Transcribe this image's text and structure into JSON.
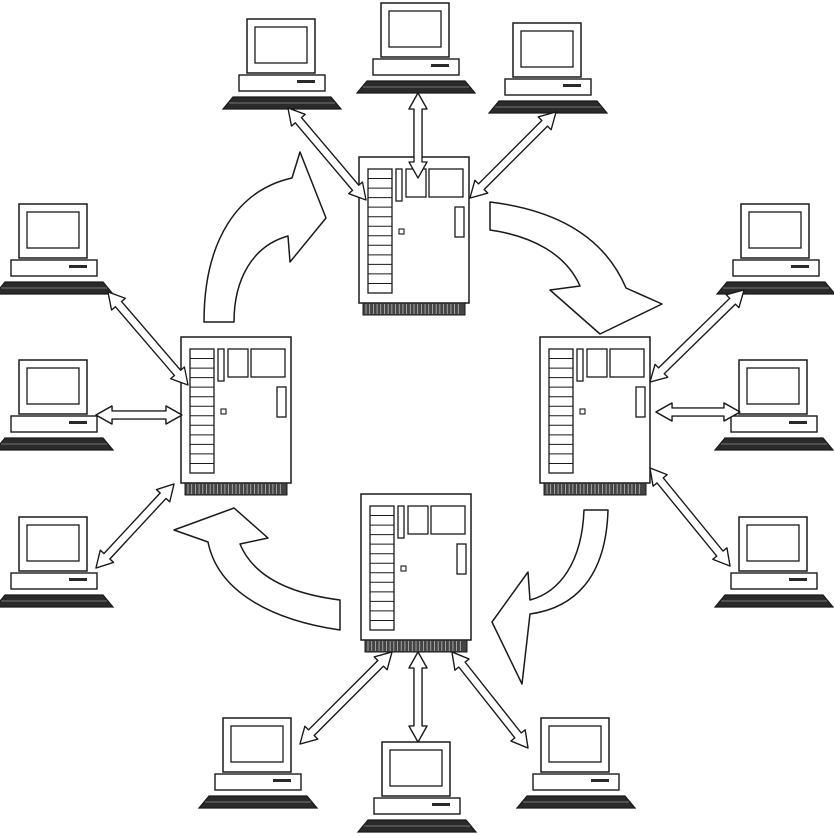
{
  "diagram": {
    "type": "network-topology",
    "colors": {
      "background": "#ffffff",
      "stroke": "#1a1a1a",
      "fill": "#ffffff",
      "dark": "#2a2a2a",
      "base": "#444444"
    },
    "servers": [
      {
        "id": "server-top"
      },
      {
        "id": "server-left"
      },
      {
        "id": "server-right"
      },
      {
        "id": "server-bottom"
      }
    ],
    "workstations": [
      {
        "id": "ws-top-1",
        "server": "server-top"
      },
      {
        "id": "ws-top-2",
        "server": "server-top"
      },
      {
        "id": "ws-top-3",
        "server": "server-top"
      },
      {
        "id": "ws-left-1",
        "server": "server-left"
      },
      {
        "id": "ws-left-2",
        "server": "server-left"
      },
      {
        "id": "ws-left-3",
        "server": "server-left"
      },
      {
        "id": "ws-right-1",
        "server": "server-right"
      },
      {
        "id": "ws-right-2",
        "server": "server-right"
      },
      {
        "id": "ws-right-3",
        "server": "server-right"
      },
      {
        "id": "ws-bottom-1",
        "server": "server-bottom"
      },
      {
        "id": "ws-bottom-2",
        "server": "server-bottom"
      },
      {
        "id": "ws-bottom-3",
        "server": "server-bottom"
      }
    ],
    "flow_direction": "clockwise",
    "links": "bidirectional"
  }
}
